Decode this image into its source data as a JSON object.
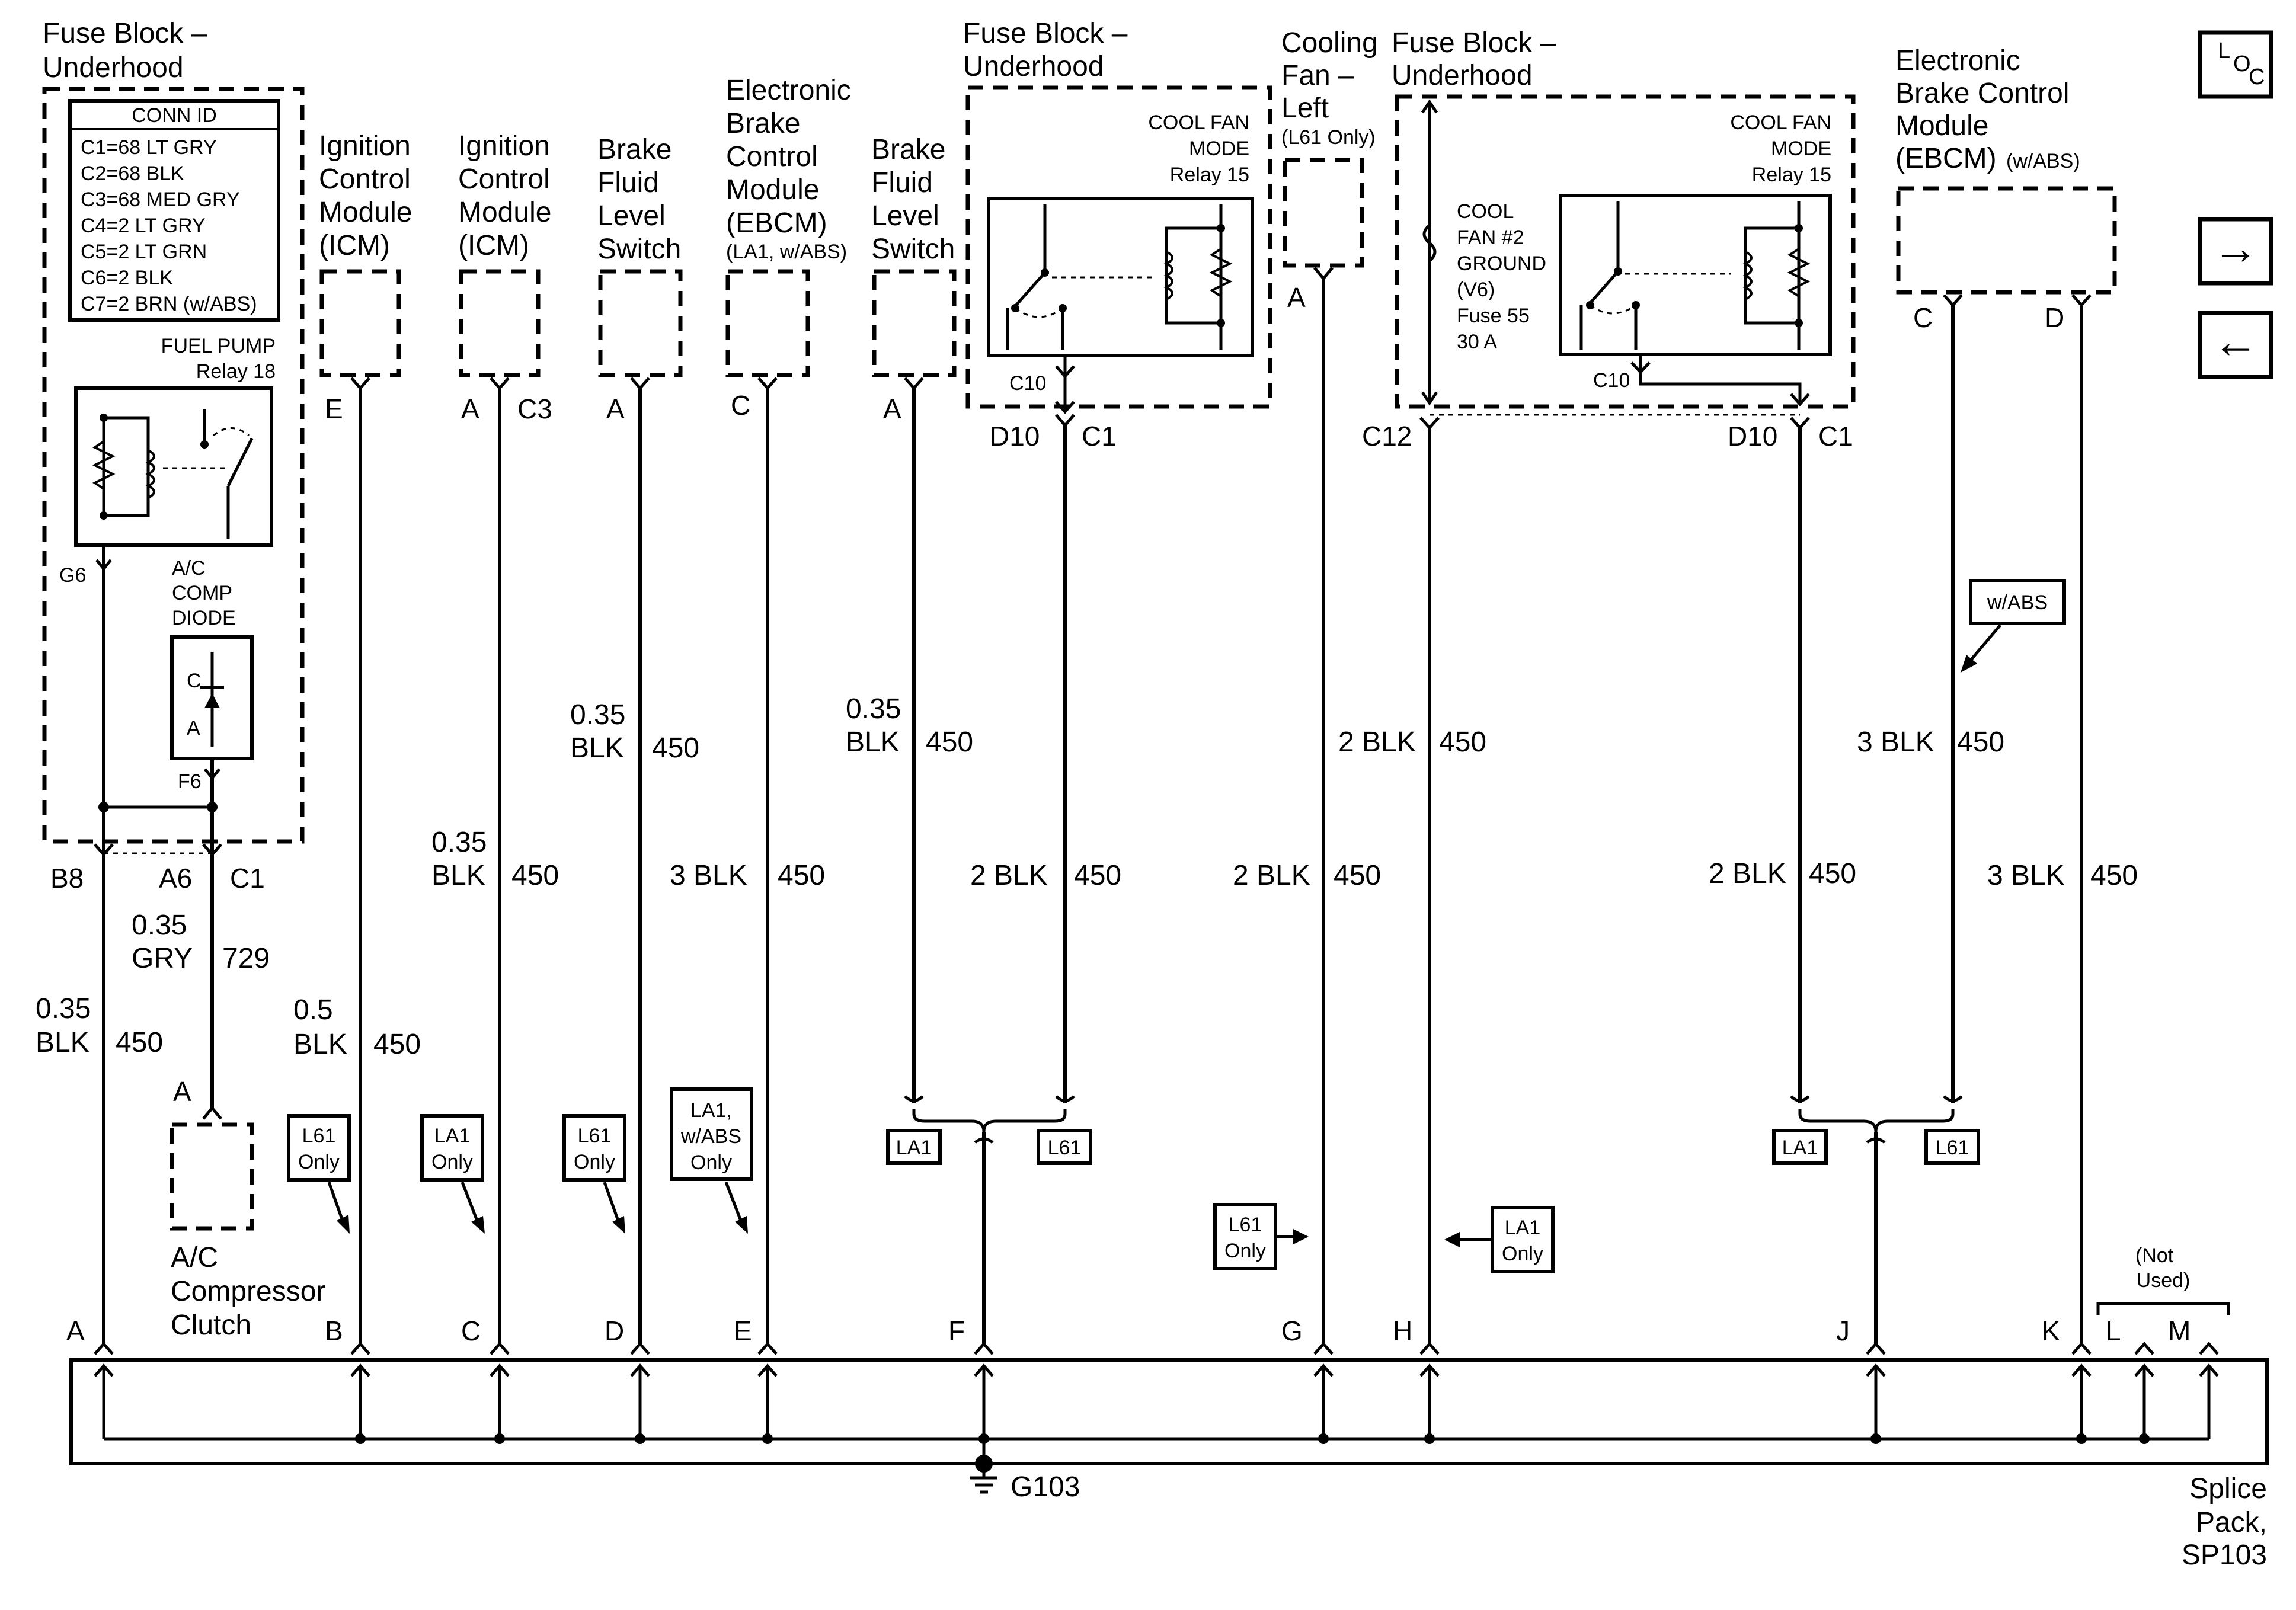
{
  "modules": {
    "fuse_block_left": {
      "title": [
        "Fuse Block –",
        "Underhood"
      ]
    },
    "icm_1": {
      "title": [
        "Ignition",
        "Control",
        "Module",
        "(ICM)"
      ]
    },
    "icm_2": {
      "title": [
        "Ignition",
        "Control",
        "Module",
        "(ICM)"
      ]
    },
    "brake_fluid_1": {
      "title": [
        "Brake",
        "Fluid",
        "Level",
        "Switch"
      ]
    },
    "ebcm_1": {
      "title": [
        "Electronic",
        "Brake",
        "Control",
        "Module",
        "(EBCM)"
      ],
      "note": "(LA1, w/ABS)"
    },
    "brake_fluid_2": {
      "title": [
        "Brake",
        "Fluid",
        "Level",
        "Switch"
      ]
    },
    "fuse_block_mid": {
      "title": [
        "Fuse Block –",
        "Underhood"
      ]
    },
    "cooling_fan_left": {
      "title": [
        "Cooling",
        "Fan –",
        "Left"
      ],
      "note": "(L61 Only)"
    },
    "fuse_block_right": {
      "title": [
        "Fuse Block –",
        "Underhood"
      ]
    },
    "ebcm_2": {
      "title": [
        "Electronic",
        "Brake Control",
        "Module"
      ],
      "title_last": "(EBCM)",
      "note": "(w/ABS)"
    }
  },
  "conn_id": {
    "header": "CONN ID",
    "rows": [
      "C1=68 LT GRY",
      "C2=68 BLK",
      "C3=68 MED GRY",
      "C4=2 LT GRY",
      "C5=2 LT GRN",
      "C6=2 BLK",
      "C7=2 BRN (w/ABS)"
    ]
  },
  "fuel_pump_relay": {
    "name": "FUEL PUMP",
    "relay": "Relay 18"
  },
  "ac_comp_diode": {
    "lines": [
      "A/C",
      "COMP",
      "DIODE"
    ],
    "c": "C",
    "a": "A"
  },
  "cool_fan_relay_mid": {
    "lines": [
      "COOL FAN",
      "MODE",
      "Relay 15"
    ]
  },
  "cool_fan_relay_right": {
    "lines": [
      "COOL FAN",
      "MODE",
      "Relay 15"
    ]
  },
  "cool_fan_fuse": {
    "lines": [
      "COOL",
      "FAN #2",
      "GROUND",
      "(V6)",
      "Fuse 55",
      "30 A"
    ]
  },
  "ac_compressor_clutch": {
    "lines": [
      "A/C",
      "Compressor",
      "Clutch"
    ],
    "pin": "A"
  },
  "pins": {
    "g6": "G6",
    "f6": "F6",
    "b8": "B8",
    "a6": "A6",
    "c1_left": "C1",
    "icm1_e": "E",
    "icm2_a": "A",
    "icm2_c3": "C3",
    "bfl1_a": "A",
    "ebcm1_c": "C",
    "bfl2_a": "A",
    "c10_mid": "C10",
    "d10_mid": "D10",
    "c1_mid": "C1",
    "fan_a": "A",
    "c12": "C12",
    "c10_right": "C10",
    "d10_right": "D10",
    "c1_right": "C1",
    "ebcm2_c": "C",
    "ebcm2_d": "D"
  },
  "wires": [
    {
      "size": "0.35",
      "color": "BLK",
      "circuit": "450"
    },
    {
      "size": "0.35",
      "color": "GRY",
      "circuit": "729"
    },
    {
      "size": "0.5",
      "color": "BLK",
      "circuit": "450"
    },
    {
      "size": "0.35",
      "color": "BLK",
      "circuit": "450"
    },
    {
      "size": "0.35",
      "color": "BLK",
      "circuit": "450"
    },
    {
      "size": "3 BLK",
      "circuit": "450"
    },
    {
      "size": "0.35",
      "color": "BLK",
      "circuit": "450"
    },
    {
      "size": "2 BLK",
      "circuit": "450"
    },
    {
      "size": "2 BLK",
      "circuit": "450"
    },
    {
      "size": "2 BLK",
      "circuit": "450"
    },
    {
      "size": "2 BLK",
      "circuit": "450"
    },
    {
      "size": "3 BLK",
      "circuit": "450"
    },
    {
      "size": "3 BLK",
      "circuit": "450"
    }
  ],
  "options": {
    "l61_only": [
      "L61",
      "Only"
    ],
    "la1_only": [
      "LA1",
      "Only"
    ],
    "la1_wabs_only": [
      "LA1,",
      "w/ABS",
      "Only"
    ],
    "la1": "LA1",
    "l61": "L61",
    "wabs": "w/ABS"
  },
  "splice_pack": {
    "pins": [
      "A",
      "B",
      "C",
      "D",
      "E",
      "F",
      "G",
      "H",
      "J",
      "K",
      "L",
      "M"
    ],
    "not_used": [
      "(Not",
      "Used)"
    ],
    "label": [
      "Splice",
      "Pack,",
      "SP103"
    ]
  },
  "ground": "G103",
  "nav": {
    "loc_l": "L",
    "loc_o": "O",
    "loc_c": "C",
    "forward": "→",
    "back": "←"
  }
}
